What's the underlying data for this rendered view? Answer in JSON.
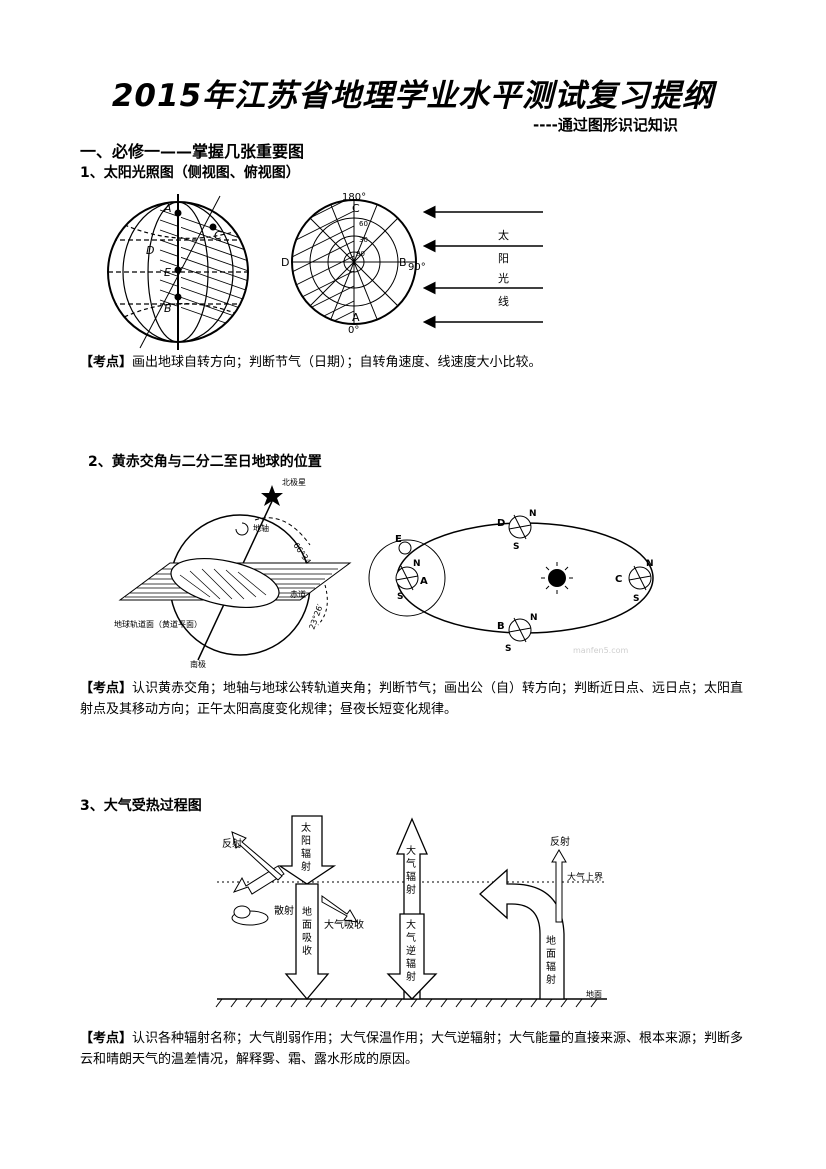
{
  "title": "2015年江苏省地理学业水平测试复习提纲",
  "subtitle": "----通过图形识记知识",
  "section1": {
    "heading": "一、必修一——掌握几张重要图"
  },
  "item1": {
    "heading": "1、太阳光照图（侧视图、俯视图）",
    "fig_side": {
      "labels": [
        "A",
        "C",
        "D",
        "E",
        "B"
      ]
    },
    "fig_top": {
      "labels": [
        "180°",
        "C",
        "D",
        "B",
        "90°",
        "A",
        "0°",
        "60",
        "30",
        "80"
      ]
    },
    "sunlight_chars": [
      "太",
      "阳",
      "光",
      "线"
    ],
    "kaodian_label": "【考点】",
    "kaodian_text": "画出地球自转方向；判断节气（日期）；自转角速度、线速度大小比较。"
  },
  "item2": {
    "heading": "2、黄赤交角与二分二至日地球的位置",
    "fig_left": {
      "labels": [
        "北极星",
        "地轴",
        "66°34′",
        "23°26′",
        "地球轨道面（黄道平面）",
        "赤道",
        "南极"
      ]
    },
    "fig_orbit": {
      "labels": [
        "E",
        "A",
        "N",
        "S",
        "D",
        "N",
        "S",
        "C",
        "N",
        "S",
        "B",
        "N",
        "S"
      ],
      "watermark": "manfen5.com"
    },
    "kaodian_label": "【考点】",
    "kaodian_text": "认识黄赤交角；地轴与地球公转轨道夹角；判断节气；画出公（自）转方向；判断近日点、远日点；太阳直射点及其移动方向；正午太阳高度变化规律；昼夜长短变化规律。"
  },
  "item3": {
    "heading": "3、大气受热过程图",
    "fig": {
      "reflect_left": "反射",
      "solar": [
        "太",
        "阳",
        "辐",
        "射"
      ],
      "scatter": "散射",
      "ground_absorb": [
        "地",
        "面",
        "吸",
        "收"
      ],
      "atm_absorb": "大气吸收",
      "atm_rad": [
        "大",
        "气",
        "辐",
        "射"
      ],
      "counter": [
        "大",
        "气",
        "逆",
        "辐",
        "射"
      ],
      "reflect_right": "反射",
      "top": "大气上界",
      "ground_rad": [
        "地",
        "面",
        "辐",
        "射"
      ],
      "ground": "地面"
    },
    "kaodian_label": "【考点】",
    "kaodian_text": "认识各种辐射名称；大气削弱作用；大气保温作用；大气逆辐射；大气能量的直接来源、根本来源；判断多云和晴朗天气的温差情况，解释雾、霜、露水形成的原因。"
  }
}
